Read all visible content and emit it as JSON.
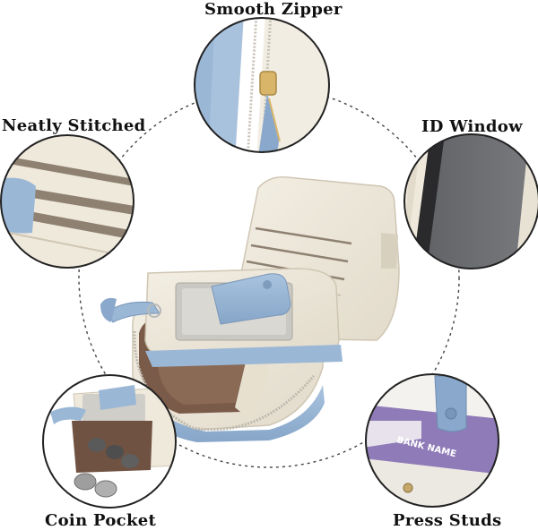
{
  "features": {
    "zipper": "Smooth Zipper",
    "stitched": "Neatly Stitched",
    "id_window": "ID Window",
    "coin_pocket": "Coin Pocket",
    "press_studs": "Press Studs"
  },
  "card_text": "BANK NAME",
  "colors": {
    "wallet_blue": "#9bb7d6",
    "wallet_cream": "#efe9dc",
    "lining_brown": "#7a5a48",
    "id_window_gray": "#6a6c70",
    "card_purple": "#8f7bb8"
  }
}
